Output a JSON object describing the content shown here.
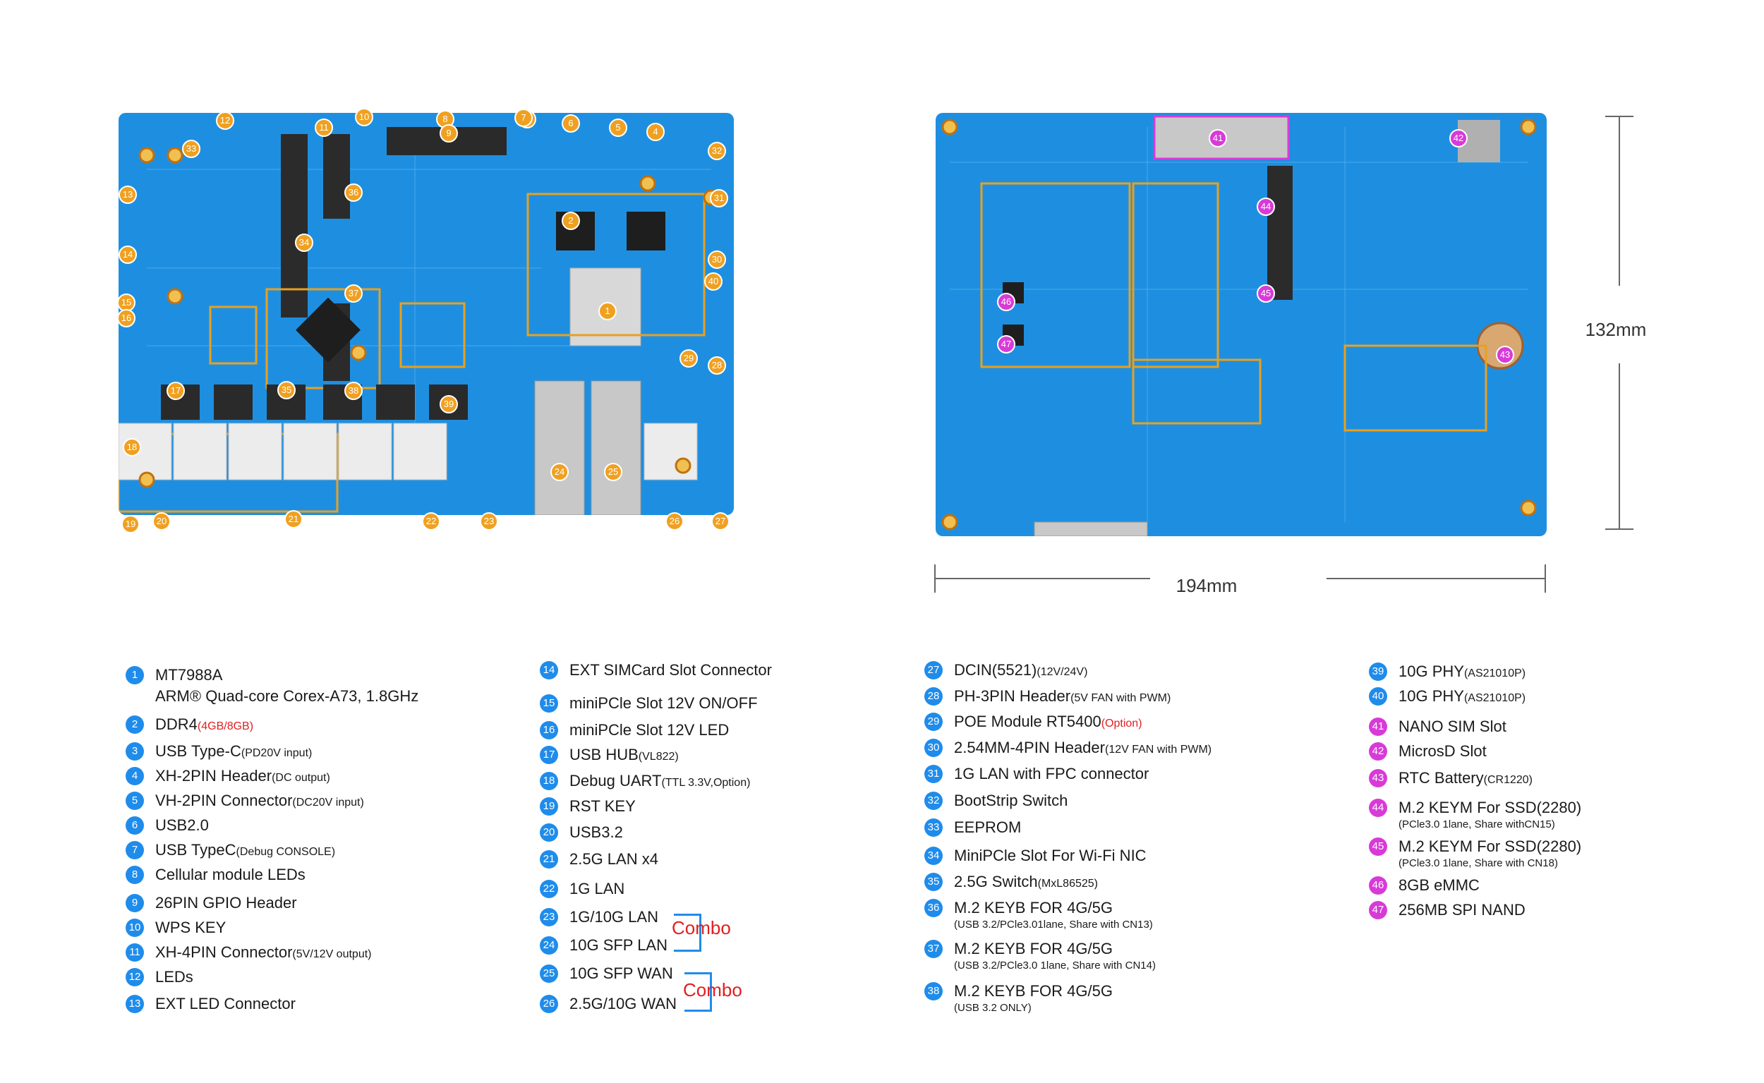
{
  "dimensions": {
    "width_label": "194mm",
    "height_label": "132mm"
  },
  "colors": {
    "board": "#1e8fe0",
    "trace_gold": "#e8a020",
    "marker_blue": "#1f8ceb",
    "marker_pink": "#d83ad8",
    "note_red": "#e02020"
  },
  "combo_label": "Combo",
  "col1": [
    {
      "n": "1",
      "text": "MT7988A",
      "line2": "ARM® Quad-core Corex-A73, 1.8GHz"
    },
    {
      "n": "2",
      "text": "DDR4",
      "sub": "(4GB/8GB)",
      "sub_red": true
    },
    {
      "n": "3",
      "text": "USB Type-C",
      "sub": "(PD20V input)"
    },
    {
      "n": "4",
      "text": "XH-2PIN Header",
      "sub": "(DC output)"
    },
    {
      "n": "5",
      "text": "VH-2PIN Connector",
      "sub": "(DC20V input)"
    },
    {
      "n": "6",
      "text": "USB2.0"
    },
    {
      "n": "7",
      "text": "USB TypeC",
      "sub": "(Debug CONSOLE)"
    },
    {
      "n": "8",
      "text": "Cellular module LEDs"
    },
    {
      "n": "9",
      "text": "26PIN GPIO Header"
    },
    {
      "n": "10",
      "text": "WPS KEY"
    },
    {
      "n": "11",
      "text": "XH-4PIN Connector",
      "sub": "(5V/12V output)"
    },
    {
      "n": "12",
      "text": "LEDs"
    },
    {
      "n": "13",
      "text": "EXT LED Connector"
    }
  ],
  "col2": [
    {
      "n": "14",
      "text": "EXT SIMCard Slot Connector"
    },
    {
      "n": "15",
      "text": "miniPCle Slot 12V ON/OFF"
    },
    {
      "n": "16",
      "text": "miniPCle Slot 12V LED"
    },
    {
      "n": "17",
      "text": "USB HUB",
      "sub": "(VL822)"
    },
    {
      "n": "18",
      "text": "Debug UART",
      "sub": "(TTL 3.3V,Option)"
    },
    {
      "n": "19",
      "text": "RST KEY"
    },
    {
      "n": "20",
      "text": "USB3.2"
    },
    {
      "n": "21",
      "text": "2.5G LAN x4"
    },
    {
      "n": "22",
      "text": "1G LAN"
    },
    {
      "n": "23",
      "text": "1G/10G LAN"
    },
    {
      "n": "24",
      "text": "10G SFP LAN"
    },
    {
      "n": "25",
      "text": "10G SFP WAN"
    },
    {
      "n": "26",
      "text": "2.5G/10G WAN"
    }
  ],
  "col3": [
    {
      "n": "27",
      "text": "DCIN(5521)",
      "sub": "(12V/24V)"
    },
    {
      "n": "28",
      "text": "PH-3PIN Header",
      "sub": "(5V FAN with PWM)"
    },
    {
      "n": "29",
      "text": "POE Module RT5400",
      "sub": "(Option)",
      "sub_red": true
    },
    {
      "n": "30",
      "text": "2.54MM-4PIN Header",
      "sub": "(12V FAN with PWM)"
    },
    {
      "n": "31",
      "text": "1G LAN with FPC connector"
    },
    {
      "n": "32",
      "text": "BootStrip Switch"
    },
    {
      "n": "33",
      "text": "EEPROM"
    },
    {
      "n": "34",
      "text": "MiniPCle Slot For Wi-Fi NIC"
    },
    {
      "n": "35",
      "text": "2.5G Switch",
      "sub": "(MxL86525)"
    },
    {
      "n": "36",
      "text": "M.2 KEYB FOR 4G/5G",
      "note": "(USB 3.2/PCle3.01lane, Share with CN13)"
    },
    {
      "n": "37",
      "text": "M.2 KEYB FOR 4G/5G",
      "note": "(USB 3.2/PCle3.0 1lane, Share with CN14)"
    },
    {
      "n": "38",
      "text": "M.2 KEYB FOR 4G/5G",
      "note": "(USB 3.2 ONLY)"
    }
  ],
  "col4": [
    {
      "n": "39",
      "text": "10G PHY",
      "sub": "(AS21010P)",
      "color": "blue"
    },
    {
      "n": "40",
      "text": "10G PHY",
      "sub": "(AS21010P)",
      "color": "blue"
    },
    {
      "n": "41",
      "text": "NANO SIM Slot",
      "color": "pink"
    },
    {
      "n": "42",
      "text": "MicrosD Slot",
      "color": "pink"
    },
    {
      "n": "43",
      "text": "RTC Battery",
      "sub": "(CR1220)",
      "color": "pink"
    },
    {
      "n": "44",
      "text": "M.2 KEYM For SSD(2280)",
      "note": "(PCle3.0 1lane, Share withCN15)",
      "color": "pink"
    },
    {
      "n": "45",
      "text": "M.2 KEYM For SSD(2280)",
      "note": "(PCle3.0 1lane, Share with CN18)",
      "color": "pink"
    },
    {
      "n": "46",
      "text": "8GB eMMC",
      "color": "pink"
    },
    {
      "n": "47",
      "text": "256MB SPI NAND",
      "color": "pink"
    }
  ]
}
